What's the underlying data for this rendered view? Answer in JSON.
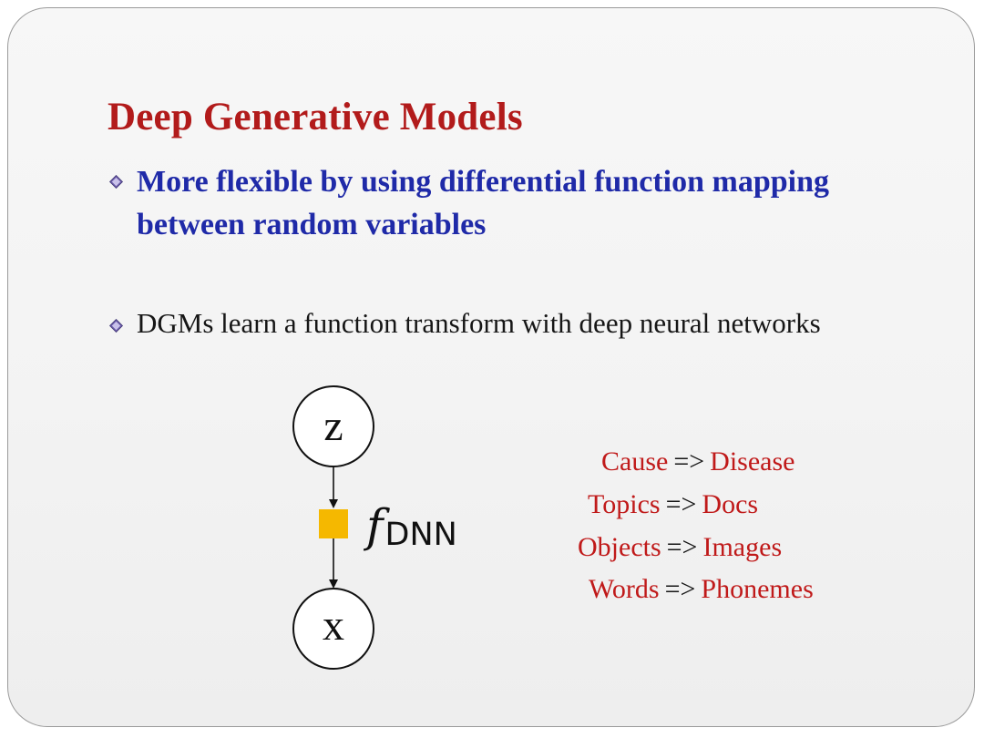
{
  "slide": {
    "title": "Deep Generative Models",
    "bullets": [
      {
        "text": "More flexible by using differential function mapping between random variables"
      },
      {
        "text": "DGMs learn a function transform with deep neural networks"
      }
    ],
    "bullet_icon": "diamond-bullet-icon"
  },
  "diagram": {
    "node_z": "z",
    "node_x": "x",
    "function_symbol": "f",
    "function_subscript": "DNN",
    "function_node_color": "#f5b800",
    "pairs": [
      {
        "left": "Cause",
        "arrow": "=>",
        "right": "Disease"
      },
      {
        "left": "Topics",
        "arrow": "=>",
        "right": "Docs"
      },
      {
        "left": "Objects",
        "arrow": "=>",
        "right": "Images"
      },
      {
        "left": "Words",
        "arrow": "=>",
        "right": "Phonemes"
      }
    ]
  },
  "colors": {
    "title": "#b21b1b",
    "bullet_1": "#1f2aa8",
    "pair_text": "#c01a1a"
  }
}
